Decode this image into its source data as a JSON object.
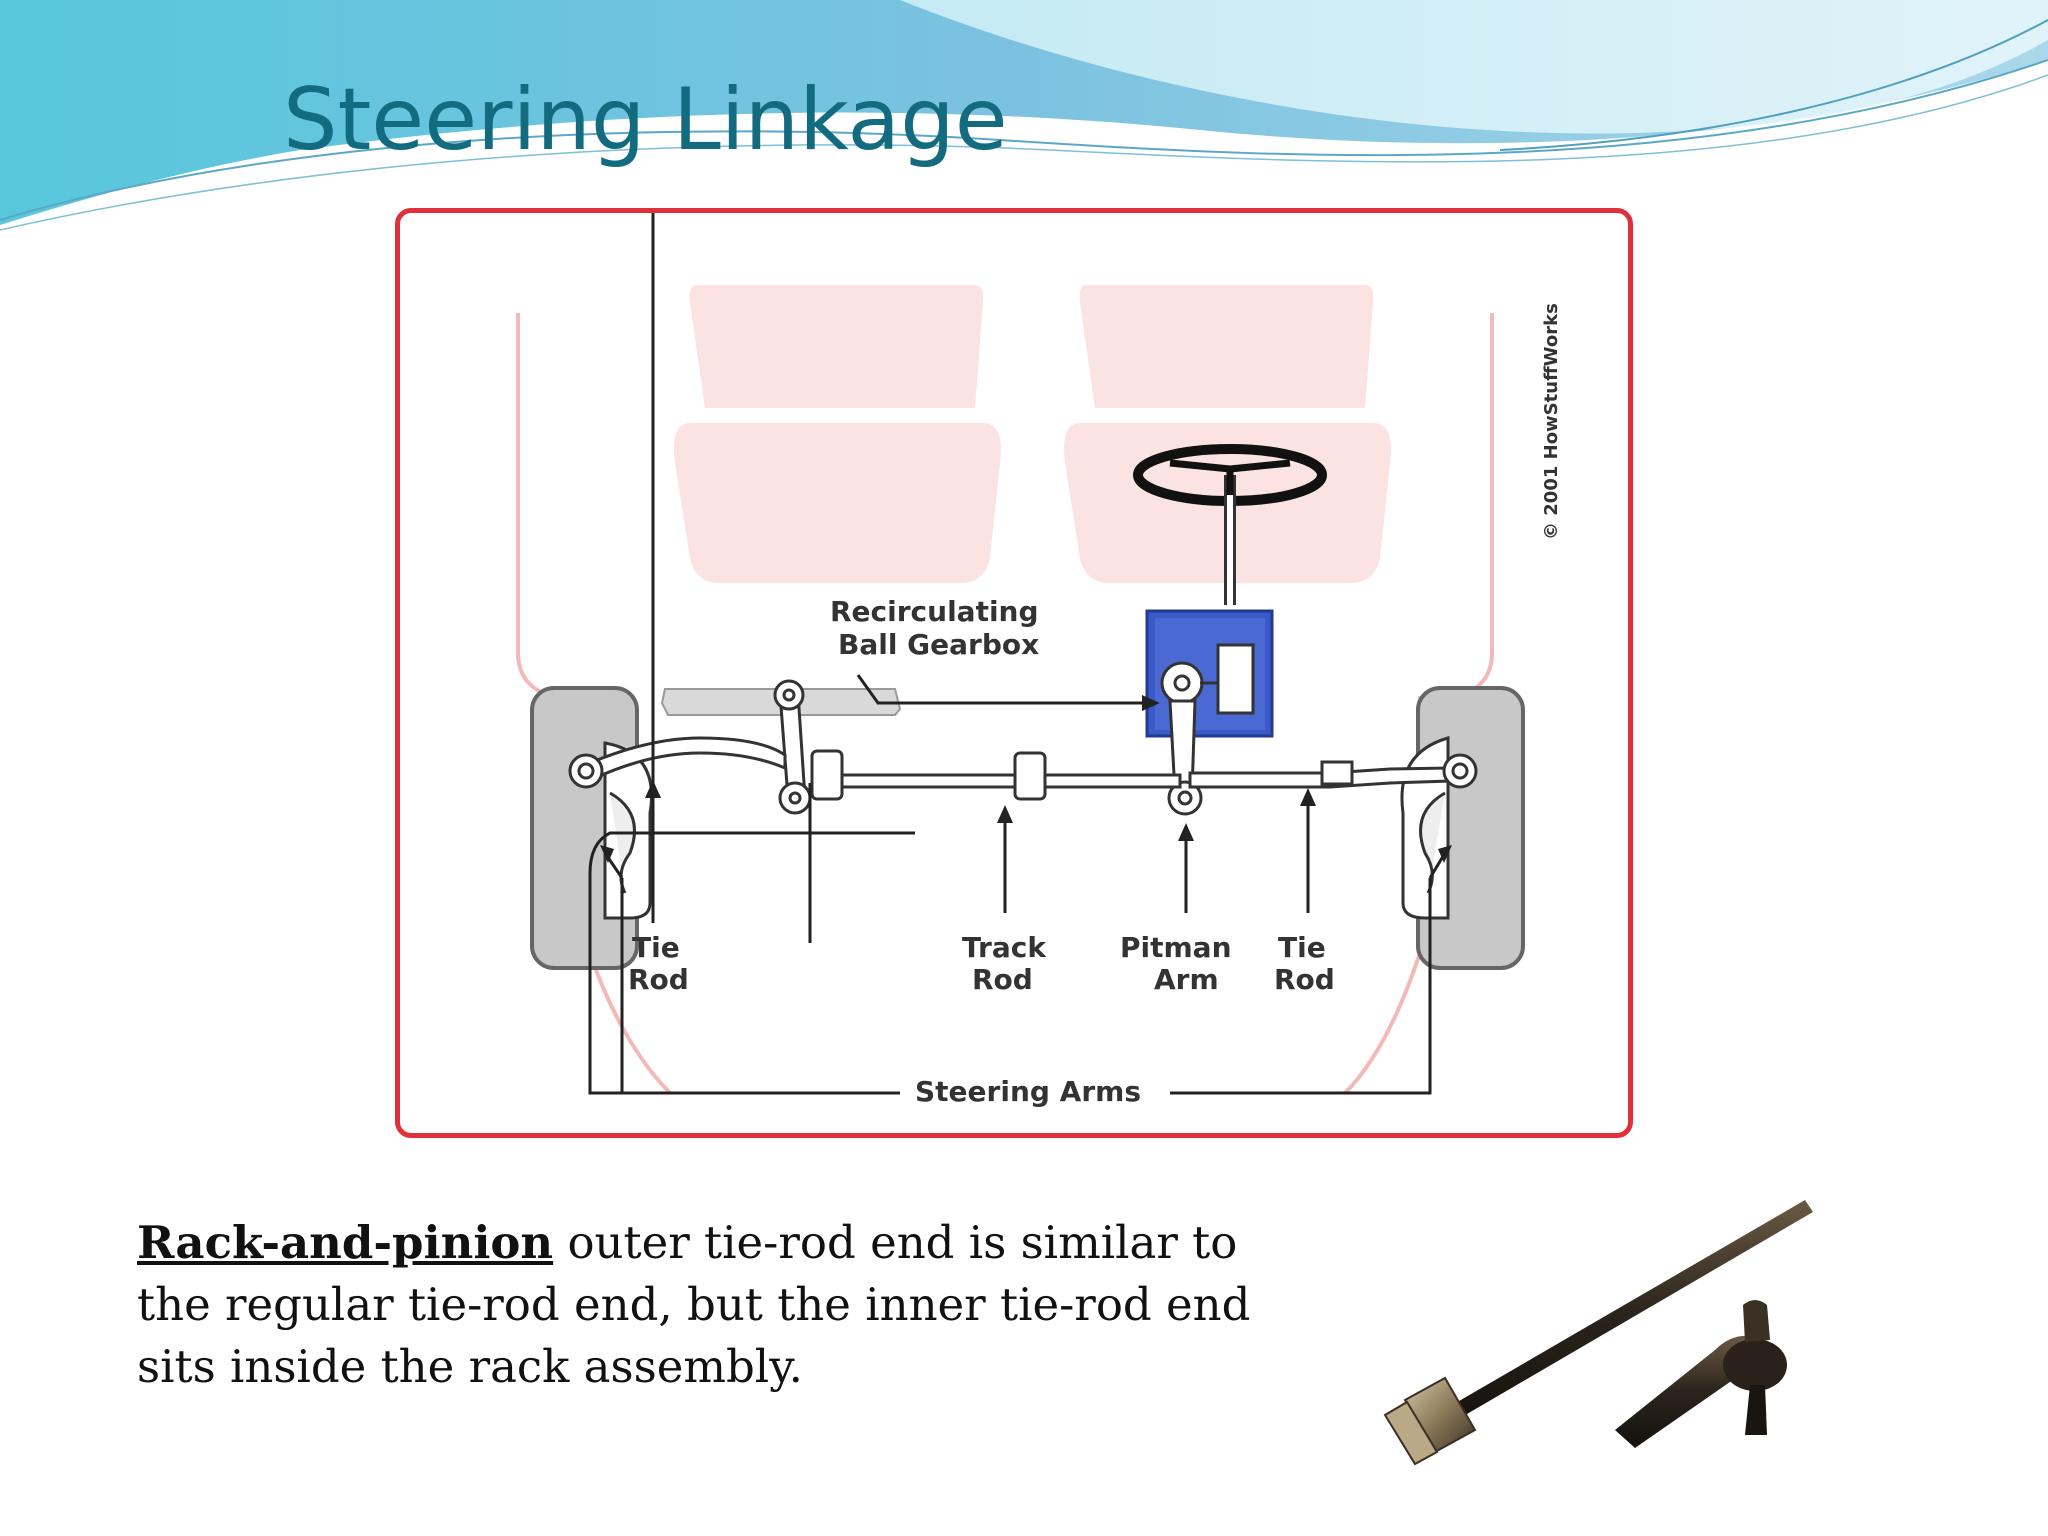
{
  "slide": {
    "title": "Steering Linkage",
    "caption": {
      "term": "Rack-and-pinion",
      "rest": " outer tie-rod end is similar to the regular tie-rod end, but the inner tie-rod end sits inside the rack assembly."
    }
  },
  "diagram": {
    "copyright": "© 2001 HowStuffWorks",
    "labels": {
      "gearbox_line1": "Recirculating",
      "gearbox_line2": "Ball Gearbox",
      "tie_rod_left_1": "Tie",
      "tie_rod_left_2": "Rod",
      "track_rod_1": "Track",
      "track_rod_2": "Rod",
      "pitman_arm_1": "Pitman",
      "pitman_arm_2": "Arm",
      "tie_rod_right_1": "Tie",
      "tie_rod_right_2": "Rod",
      "steering_arms": "Steering Arms"
    }
  },
  "colors": {
    "title": "#136b80",
    "frame_border": "#e0303a",
    "seat_fill": "#fbe3e1",
    "body_outline": "#f3b9b7",
    "gearbox": "#3a5bc7",
    "tire": "#c8c8c8"
  }
}
